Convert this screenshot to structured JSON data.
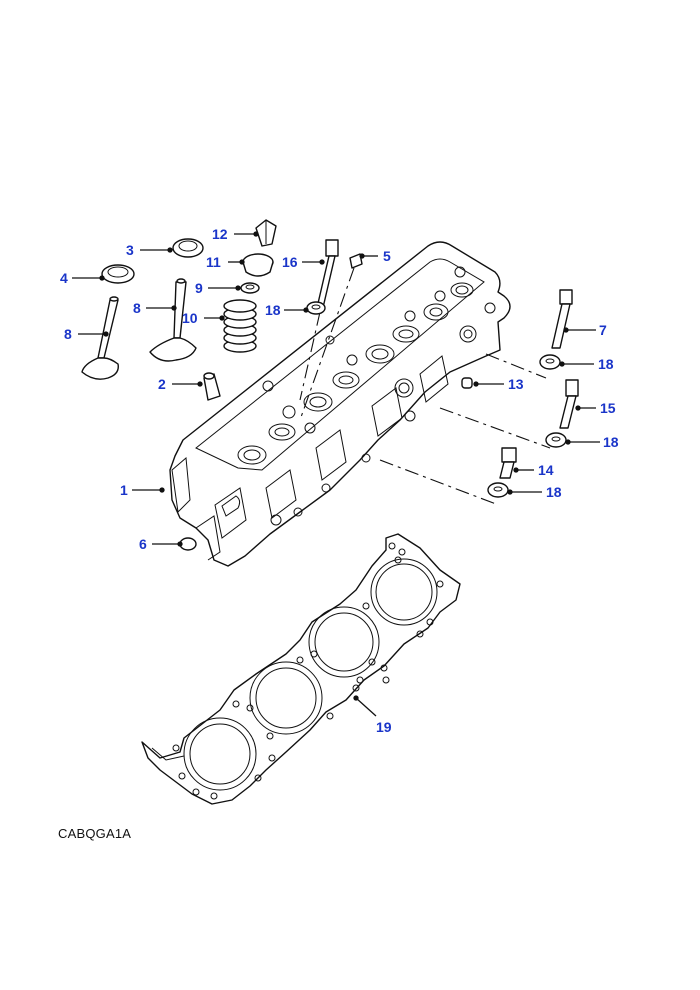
{
  "callouts": [
    {
      "id": "1",
      "label": "1"
    },
    {
      "id": "2",
      "label": "2"
    },
    {
      "id": "3",
      "label": "3"
    },
    {
      "id": "4",
      "label": "4"
    },
    {
      "id": "5",
      "label": "5"
    },
    {
      "id": "6",
      "label": "6"
    },
    {
      "id": "7",
      "label": "7"
    },
    {
      "id": "8a",
      "label": "8"
    },
    {
      "id": "8b",
      "label": "8"
    },
    {
      "id": "9",
      "label": "9"
    },
    {
      "id": "10",
      "label": "10"
    },
    {
      "id": "11",
      "label": "11"
    },
    {
      "id": "12",
      "label": "12"
    },
    {
      "id": "13",
      "label": "13"
    },
    {
      "id": "14",
      "label": "14"
    },
    {
      "id": "15",
      "label": "15"
    },
    {
      "id": "16",
      "label": "16"
    },
    {
      "id": "18a",
      "label": "18"
    },
    {
      "id": "18b",
      "label": "18"
    },
    {
      "id": "18c",
      "label": "18"
    },
    {
      "id": "18d",
      "label": "18"
    },
    {
      "id": "19",
      "label": "19"
    }
  ],
  "reference_code": "CABQGA1A",
  "colors": {
    "callout": "#1a35c9",
    "line": "#111111",
    "background": "#ffffff"
  }
}
